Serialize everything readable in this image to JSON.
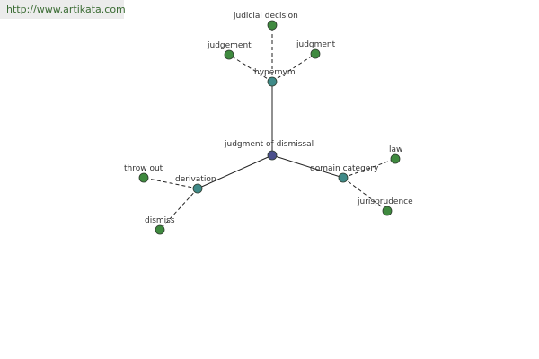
{
  "banner": {
    "url_text": "http://www.artikata.com"
  },
  "colors": {
    "root_node": "#4a4f8c",
    "relation_node": "#3f8a88",
    "leaf_node": "#3f8a3f",
    "edge": "#222222",
    "banner_text": "#3a6b33",
    "banner_bg": "#ececec"
  },
  "graph": {
    "root": {
      "id": "root",
      "label": "judgment of dismissal",
      "kind": "root"
    },
    "relations": [
      {
        "id": "hypernym",
        "label": "hypernym",
        "kind": "relation",
        "children": [
          {
            "id": "judicial-decision",
            "label": "judicial decision",
            "kind": "leaf"
          },
          {
            "id": "judgement",
            "label": "judgement",
            "kind": "leaf"
          },
          {
            "id": "judgment",
            "label": "judgment",
            "kind": "leaf"
          }
        ]
      },
      {
        "id": "derivation",
        "label": "derivation",
        "kind": "relation",
        "children": [
          {
            "id": "throw-out",
            "label": "throw out",
            "kind": "leaf"
          },
          {
            "id": "dismiss",
            "label": "dismiss",
            "kind": "leaf"
          }
        ]
      },
      {
        "id": "domain-category",
        "label": "domain category",
        "kind": "relation",
        "children": [
          {
            "id": "law",
            "label": "law",
            "kind": "leaf"
          },
          {
            "id": "jurisprudence",
            "label": "jurisprudence",
            "kind": "leaf"
          }
        ]
      }
    ]
  }
}
